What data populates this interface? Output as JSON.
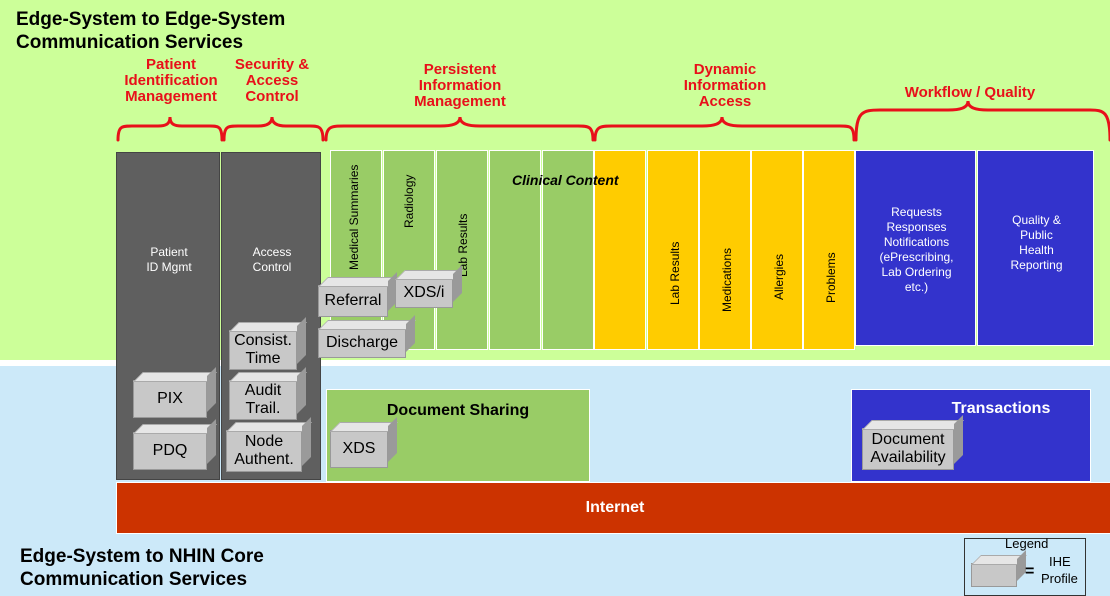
{
  "titles": {
    "top": [
      "Edge-System to Edge-System",
      "Communication Services"
    ],
    "bottom": [
      "Edge-System to NHIN Core",
      "Communication Services"
    ]
  },
  "categories": {
    "patient_id": [
      "Patient",
      "Identification",
      "Management"
    ],
    "security": [
      "Security &",
      "Access",
      "Control"
    ],
    "persistent": [
      "Persistent",
      "Information",
      "Management"
    ],
    "dynamic": [
      "Dynamic",
      "Information",
      "Access"
    ],
    "workflow": [
      "Workflow / Quality"
    ]
  },
  "columns": {
    "patient_id": [
      "Patient",
      "ID Mgmt"
    ],
    "access_control": [
      "Access",
      "Control"
    ],
    "green_vertical": [
      "Medical Summaries",
      "Radiology",
      "Lab Results"
    ],
    "clinical_content": "Clinical Content",
    "yellow_vertical": [
      "Lab Results",
      "Medications",
      "Allergies",
      "Problems"
    ],
    "requests": [
      "Requests",
      "Responses",
      "Notifications",
      "(ePrescribing,",
      "Lab Ordering",
      "etc.)"
    ],
    "quality": [
      "Quality &",
      "Public",
      "Health",
      "Reporting"
    ]
  },
  "profiles": {
    "pix": "PIX",
    "pdq": "PDQ",
    "consist_time": [
      "Consist.",
      "Time"
    ],
    "audit_trail": [
      "Audit",
      "Trail."
    ],
    "node_authent": [
      "Node",
      "Authent."
    ],
    "referral": "Referral",
    "xds_i": "XDS/i",
    "discharge": "Discharge",
    "xds": "XDS",
    "doc_availability": [
      "Document",
      "Availability"
    ]
  },
  "boxes": {
    "document_sharing": "Document Sharing",
    "transactions": "Transactions",
    "internet": "Internet"
  },
  "legend": {
    "title": "Legend",
    "equals": "=",
    "label": [
      "IHE",
      "Profile"
    ]
  },
  "colors": {
    "top_band": "#ccff99",
    "bottom_band": "#cce9f9",
    "gray": "#5f5f5f",
    "green": "#99cc66",
    "yellow": "#ffcc00",
    "blue": "#3333cc",
    "internet": "#cc3300",
    "category_red": "#e8101a"
  }
}
